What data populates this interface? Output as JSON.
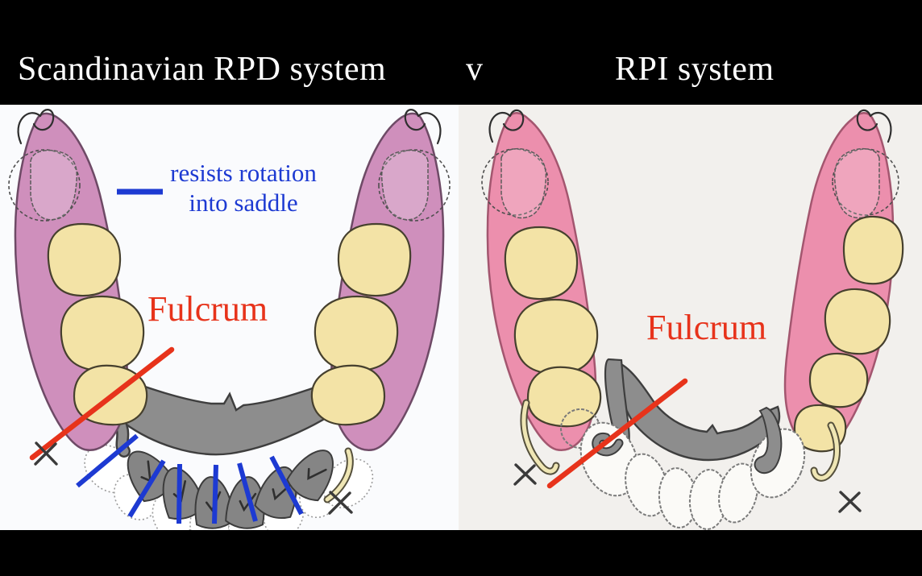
{
  "title": {
    "left": "Scandinavian RPD system",
    "versus": "v",
    "right": "RPI system"
  },
  "left_panel": {
    "system_name": "Scandinavian RPD system",
    "legend": {
      "line1": "resists rotation",
      "line2": "into saddle"
    },
    "fulcrum_label": "Fulcrum",
    "blue_resistance_lines_count": 6,
    "tooth_checkmark_glyph": "✓",
    "tooth_checkmarks_count": 6,
    "x_mark_glyph": "✕",
    "x_marks_count": 2
  },
  "right_panel": {
    "system_name": "RPI system",
    "fulcrum_label": "Fulcrum",
    "x_mark_glyph": "✕",
    "x_marks_count": 2
  },
  "colors": {
    "annotation_blue": "#1d3ad2",
    "annotation_red": "#e7331b",
    "saddle_pink_left_panel": "#cf8fbc",
    "saddle_pink_right_panel": "#ec8fad",
    "tooth_yellow": "#f3e3a6",
    "framework_gray": "#8d8d8d",
    "framework_outline": "#3e3e3e",
    "background_left_panel": "#fafbfd",
    "background_right_panel": "#f2f0ed",
    "slide_background": "#000000",
    "title_text": "#ffffff"
  }
}
